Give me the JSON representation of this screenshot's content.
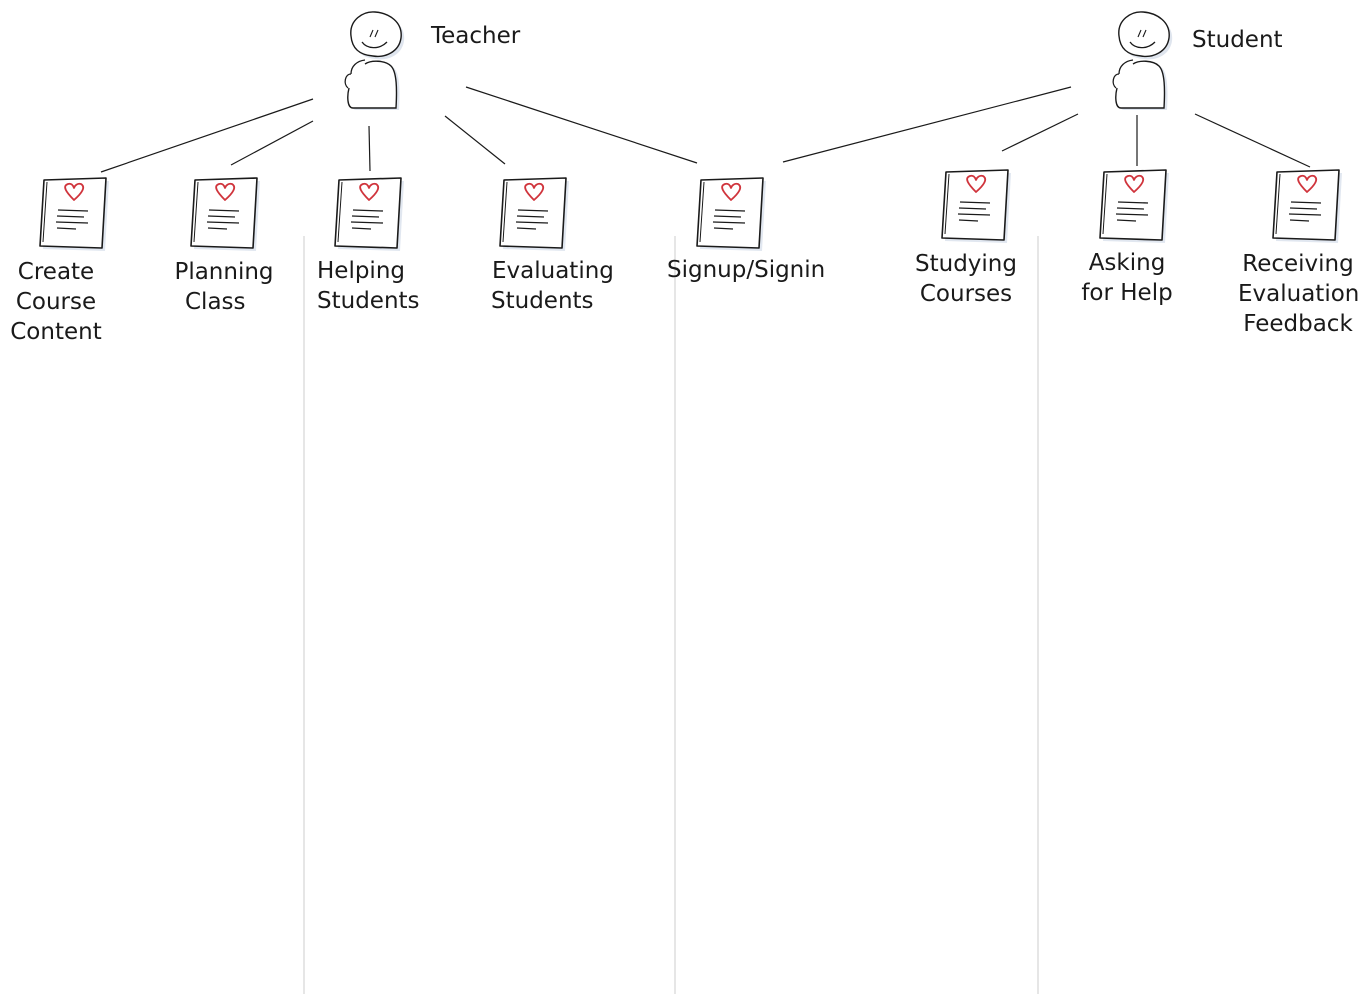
{
  "actors": {
    "teacher": {
      "label": "Teacher",
      "icon": "person-sketch-icon"
    },
    "student": {
      "label": "Student",
      "icon": "person-sketch-icon"
    }
  },
  "use_cases": [
    {
      "id": "create-course-content",
      "lines": [
        "Create",
        "Course",
        "Content"
      ],
      "icon": "document-heart-icon"
    },
    {
      "id": "planning-class",
      "lines": [
        "Planning",
        "Class"
      ],
      "icon": "document-heart-icon"
    },
    {
      "id": "helping-students",
      "lines": [
        "Helping",
        "Students"
      ],
      "icon": "document-heart-icon"
    },
    {
      "id": "evaluating-students",
      "lines": [
        "Evaluating",
        "Students"
      ],
      "icon": "document-heart-icon"
    },
    {
      "id": "signup-signin",
      "lines": [
        "Signup/Signin"
      ],
      "icon": "document-heart-icon"
    },
    {
      "id": "studying-courses",
      "lines": [
        "Studying",
        "Courses"
      ],
      "icon": "document-heart-icon"
    },
    {
      "id": "asking-for-help",
      "lines": [
        "Asking",
        "for Help"
      ],
      "icon": "document-heart-icon"
    },
    {
      "id": "receiving-evaluation-feedback",
      "lines": [
        "Receiving",
        "Evaluation",
        "Feedback"
      ],
      "icon": "document-heart-icon"
    }
  ],
  "links": [
    [
      "teacher",
      "create-course-content"
    ],
    [
      "teacher",
      "planning-class"
    ],
    [
      "teacher",
      "helping-students"
    ],
    [
      "teacher",
      "evaluating-students"
    ],
    [
      "teacher",
      "signup-signin"
    ],
    [
      "student",
      "signup-signin"
    ],
    [
      "student",
      "studying-courses"
    ],
    [
      "student",
      "asking-for-help"
    ],
    [
      "student",
      "receiving-evaluation-feedback"
    ]
  ],
  "colors": {
    "ink": "#1a1a1a",
    "heart": "#d0343c",
    "divider": "#d6d6d6",
    "shadow": "#c9d3e3"
  }
}
